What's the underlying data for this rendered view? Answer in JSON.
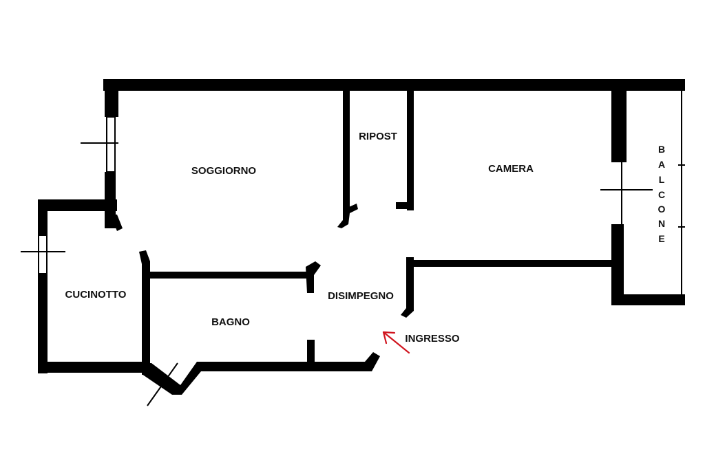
{
  "rooms": {
    "soggiorno": "SOGGIORNO",
    "ripost": "RIPOST",
    "camera": "CAMERA",
    "cucinotto": "CUCINOTTO",
    "bagno": "BAGNO",
    "disimpegno": "DISIMPEGNO",
    "ingresso": "INGRESSO",
    "balcone_letters": [
      "B",
      "A",
      "L",
      "C",
      "O",
      "N",
      "E"
    ]
  },
  "colors": {
    "wall": "#000000",
    "entrance_arrow": "#d0141e",
    "label": "#111111"
  },
  "icons": {
    "entrance": "entrance-arrow-icon"
  }
}
